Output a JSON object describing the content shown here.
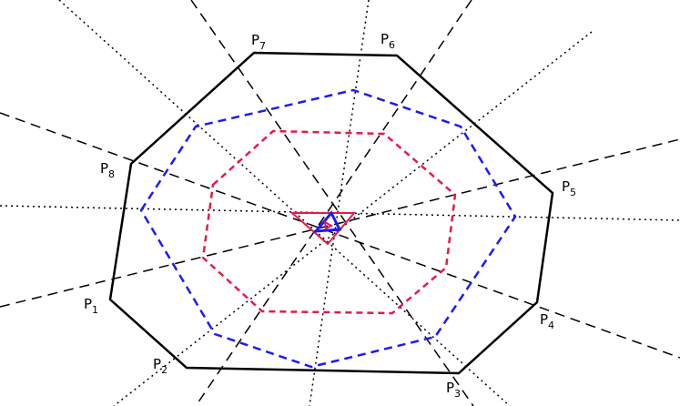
{
  "diagram": {
    "vertex_labels": [
      {
        "letter": "P",
        "index": "1"
      },
      {
        "letter": "P",
        "index": "2"
      },
      {
        "letter": "P",
        "index": "3"
      },
      {
        "letter": "P",
        "index": "4"
      },
      {
        "letter": "P",
        "index": "5"
      },
      {
        "letter": "P",
        "index": "6"
      },
      {
        "letter": "P",
        "index": "7"
      },
      {
        "letter": "P",
        "index": "8"
      }
    ],
    "colors": {
      "outer_polygon": "#000000",
      "blue_octagon": "#1a1aff",
      "red_octagon": "#e8194a",
      "dashed_lines": "#000000",
      "dotted_lines": "#000000",
      "center_triangle_red": "#e8194a",
      "center_triangle_blue": "#1a1aff"
    }
  }
}
